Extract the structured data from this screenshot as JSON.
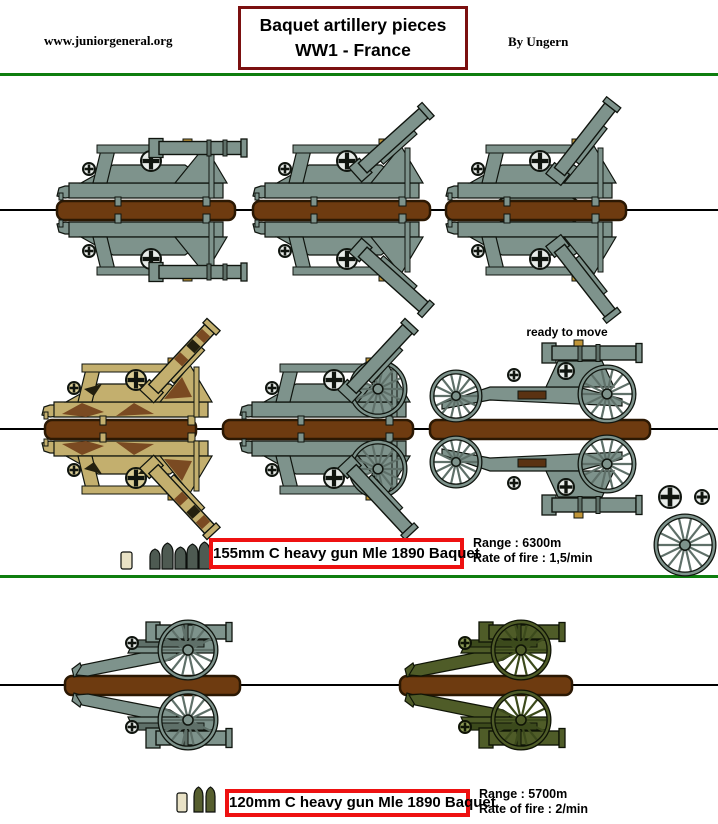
{
  "header": {
    "site": "www.juniorgeneral.org",
    "title_line1": "Baquet artillery pieces",
    "title_line2": "WW1 - France",
    "byline": "By Ungern"
  },
  "section_155": {
    "ready_label": "ready to move",
    "name_label": "155mm C heavy gun Mle 1890 Baquet",
    "range_label": "Range : 6300m",
    "rate_label": "Rate of fire : 1,5/min"
  },
  "section_120": {
    "name_label": "120mm C heavy gun Mle 1890 Baquet",
    "range_label": "Range : 5700m",
    "rate_label": "Rate of fire : 2/min"
  },
  "icons": {
    "handwheel": "cross-in-circle-handwheel",
    "spare_wheel": "spoked-artillery-wheel",
    "ammo_155": [
      "propellant-case",
      "shell",
      "shell",
      "shell",
      "shell",
      "shell"
    ],
    "ammo_120": [
      "propellant-case",
      "shell",
      "shell"
    ]
  },
  "colors": {
    "divider_green": "#0E7E0E",
    "title_box_border": "#7B1010",
    "label_box_border": "#EE1111",
    "fold_line": "#000000",
    "fold_bar_fill": "#6E3B10",
    "fold_bar_edge": "#2B1803",
    "gun_gray": "#7E938C",
    "gun_gray_shade": "#5F7069",
    "gun_gray_light": "#E8ECE9",
    "camo_tan": "#C3AF6E",
    "camo_brown": "#7A4A22",
    "camo_dark": "#23200F",
    "camo_light": "#D9CC95",
    "olive_green": "#4F5C28",
    "olive_shade": "#3C4A1C",
    "olive_light": "#8C9A55",
    "outline_dark": "#10150F",
    "brass": "#C09538",
    "shell_case_cream": "#E9E2C6",
    "shell_dark": "#4E5A52",
    "shell_olive": "#565E2E"
  }
}
